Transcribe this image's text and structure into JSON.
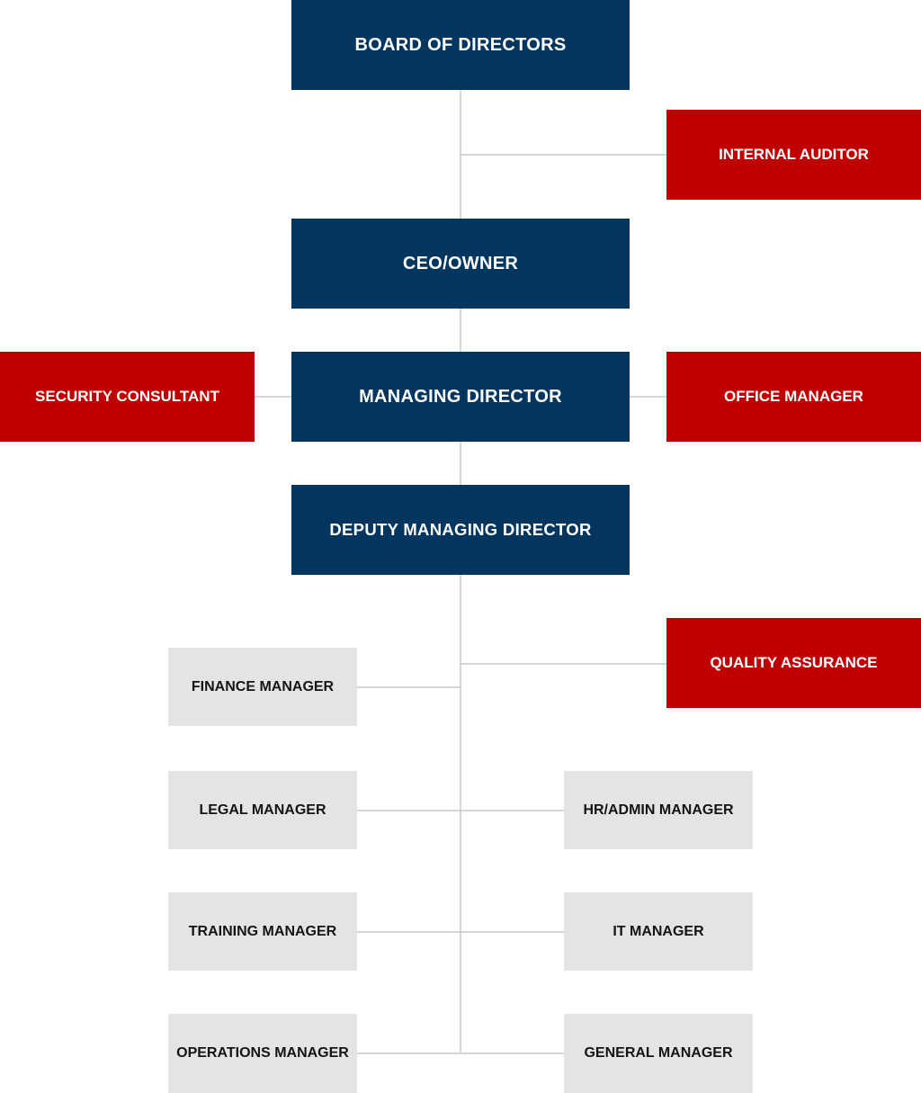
{
  "colors": {
    "executive": "#02365f",
    "advisory": "#c00000",
    "department": "#e4e4e4",
    "connector": "#c8c8c8"
  },
  "nodes": {
    "board": "BOARD OF DIRECTORS",
    "internal_auditor": "INTERNAL AUDITOR",
    "ceo": "CEO/OWNER",
    "security_consultant": "SECURITY CONSULTANT",
    "managing_director": "MANAGING DIRECTOR",
    "office_manager": "OFFICE MANAGER",
    "deputy_md": "DEPUTY MANAGING DIRECTOR",
    "quality_assurance": "QUALITY ASSURANCE",
    "finance_manager": "FINANCE MANAGER",
    "legal_manager": "LEGAL MANAGER",
    "hr_admin_manager": "HR/ADMIN MANAGER",
    "training_manager": "TRAINING MANAGER",
    "it_manager": "IT MANAGER",
    "operations_manager": "OPERATIONS MANAGER",
    "general_manager": "GENERAL MANAGER"
  }
}
